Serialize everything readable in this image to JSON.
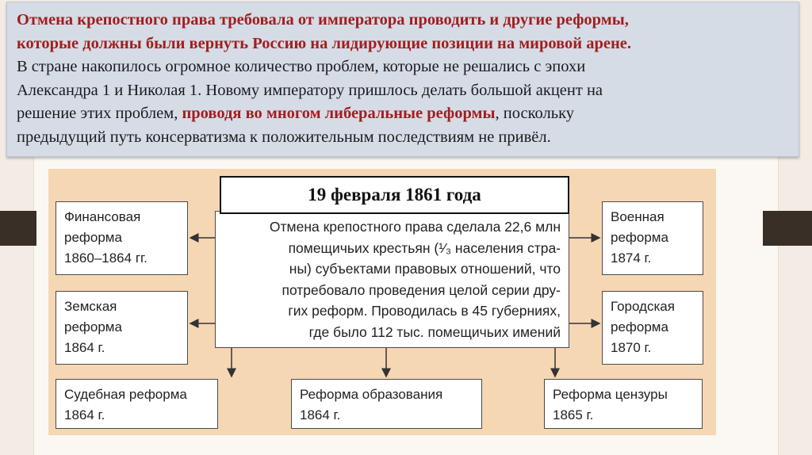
{
  "panel": {
    "heading_line1": "Отмена крепостного права требовала от императора проводить и другие реформы,",
    "heading_line2": "которые должны были вернуть Россию на лидирующие позиции на мировой арене.",
    "line3": "В стране накопилось огромное количество проблем, которые не решались с эпохи",
    "line4": "Александра 1 и Николая 1. Новому императору пришлось делать большой акцент на",
    "line5_a": "решение этих проблем, ",
    "line5_b": "проводя во многом либеральные реформы",
    "line5_c": ", поскольку",
    "line6": "предыдущий путь консерватизма к положительным последствиям не привёл."
  },
  "diagram": {
    "center_title": "19 февраля 1861 года",
    "center_lines": [
      "Отмена крепостного права сделала 22,6 млн",
      "помещичьих крестьян (¹⁄₃ населения стра-",
      "ны) субъектами правовых отношений, что",
      "потребовало проведения целой серии дру-",
      "гих реформ. Проводилась в 45 губерниях,",
      "где было 112 тыс. помещичьих имений"
    ],
    "boxes": {
      "financial": [
        "Финансовая",
        "реформа",
        "1860–1864 гг."
      ],
      "zemstvo": [
        "Земская",
        "реформа",
        "1864 г."
      ],
      "judicial": [
        "Судебная реформа",
        "1864 г."
      ],
      "education": [
        "Реформа образования",
        "1864 г."
      ],
      "censorship": [
        "Реформа цензуры",
        "1865 г."
      ],
      "military": [
        "Военная",
        "реформа",
        "1874 г."
      ],
      "city": [
        "Городская",
        "реформа",
        "1870 г."
      ]
    }
  },
  "colors": {
    "panel_bg": "#d5dce6",
    "highlight": "#a31d1d",
    "diagram_bg": "#f6d7b4"
  }
}
